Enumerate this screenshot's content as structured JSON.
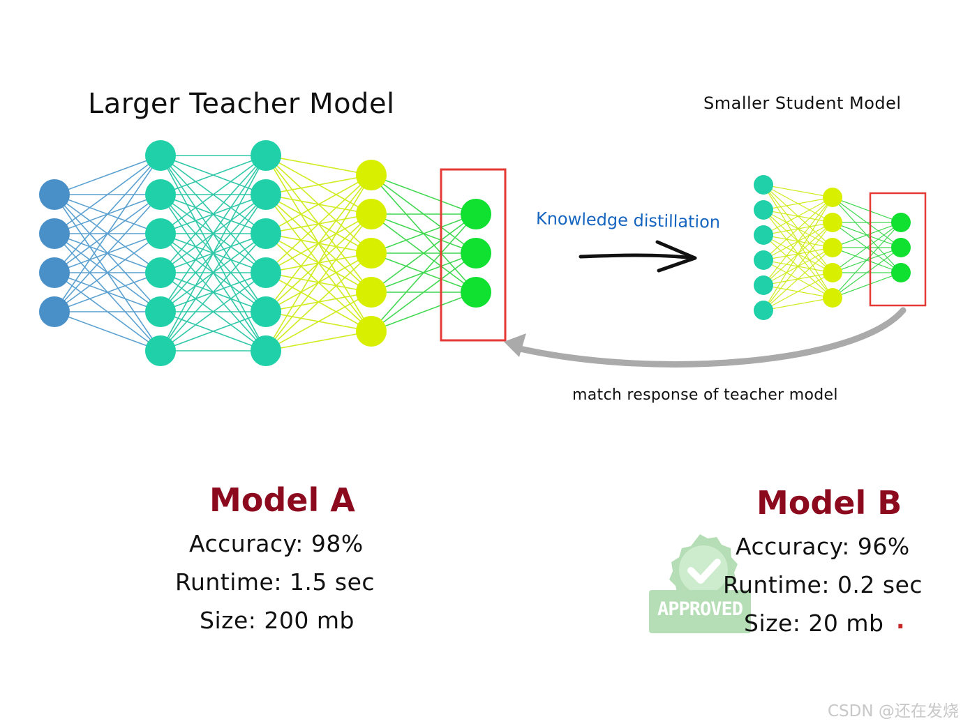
{
  "teacher": {
    "title": "Larger Teacher Model",
    "layers": [
      4,
      6,
      6,
      5,
      3
    ]
  },
  "student": {
    "title": "Smaller Student Model",
    "layers": [
      6,
      5,
      3
    ]
  },
  "arrows": {
    "distillation_label": "Knowledge distillation",
    "match_label": "match response of teacher model"
  },
  "model_a": {
    "title": "Model A",
    "accuracy": "Accuracy: 98%",
    "runtime": "Runtime: 1.5 sec",
    "size": "Size: 200 mb"
  },
  "model_b": {
    "title": "Model B",
    "accuracy": "Accuracy: 96%",
    "runtime": "Runtime: 0.2 sec",
    "size": "Size: 20 mb",
    "trailing_mark": "."
  },
  "stamp": {
    "text": "APPROVED",
    "icon": "checkmark-icon"
  },
  "watermark": "CSDN @还在发烧",
  "colors": {
    "layer_blue": "#4a90c8",
    "layer_teal": "#20d0a8",
    "layer_yellow": "#d8f000",
    "layer_green": "#10e030",
    "edge_blue": "#5aa0d0",
    "edge_teal": "#30c8a8",
    "edge_yellow": "#d0ec20",
    "edge_green": "#40d850",
    "output_box": "#e53935",
    "model_title": "#8b0a1e",
    "distillation_text": "#1565c0",
    "feedback_arrow": "#aaaaaa",
    "stamp_green": "#7cc47c"
  }
}
